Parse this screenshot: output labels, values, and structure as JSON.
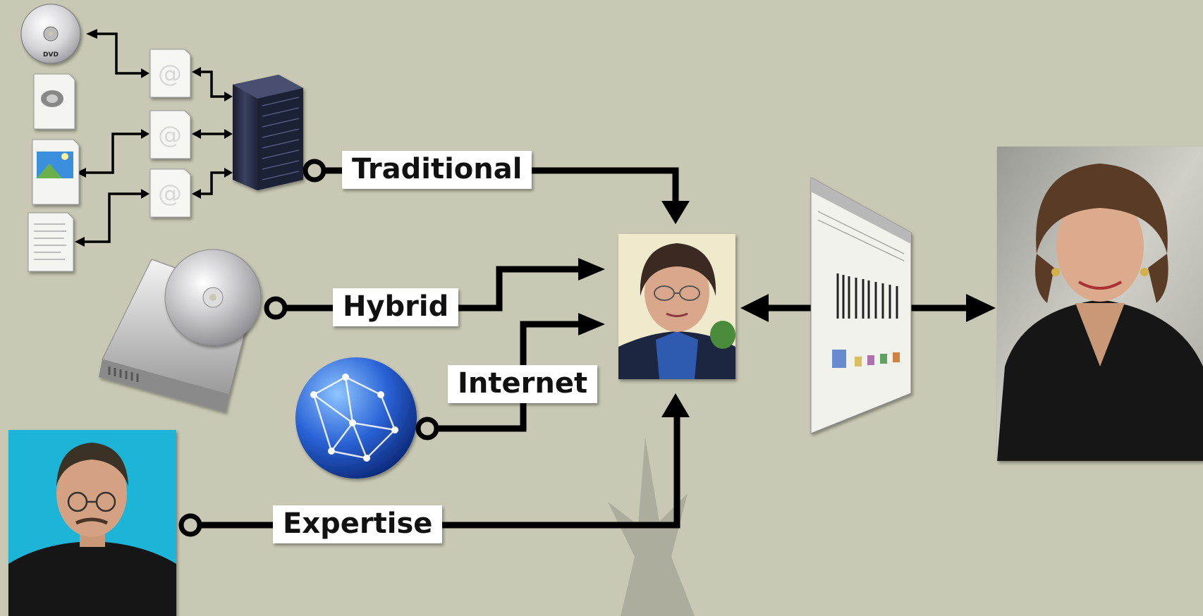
{
  "labels": {
    "traditional": "Traditional",
    "hybrid": "Hybrid",
    "internet": "Internet",
    "expertise": "Expertise"
  },
  "colors": {
    "background": "#c8c8b4",
    "connector": "#000000",
    "label_bg": "#ffffff",
    "expert_photo_bg": "#1bb5d8",
    "starburst": "#a8a89a"
  },
  "icons": [
    "dvd-icon",
    "speaker-document-icon",
    "image-document-icon",
    "text-document-icon",
    "email-document-icon",
    "server-icon",
    "hard-drive-icon",
    "cd-icon",
    "globe-icon",
    "web-page-icon",
    "barcode-icon"
  ],
  "people": [
    "expert-photo",
    "central-person-photo",
    "end-user-photo"
  ]
}
